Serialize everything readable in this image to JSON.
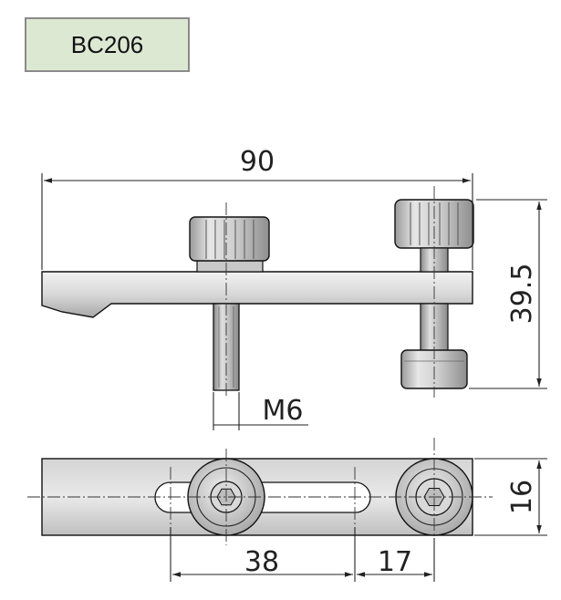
{
  "part": {
    "code": "BC206"
  },
  "dimensions": {
    "overall_length": "90",
    "height": "39.5",
    "thread": "M6",
    "width": "16",
    "slot_spacing": "38",
    "screw_offset": "17"
  },
  "colors": {
    "tag_fill": "#dde8d3",
    "tag_border": "#8a8a8a",
    "metal_light": "#e8e8e8",
    "metal_mid": "#c4c4c4",
    "metal_dark": "#8c8c8c",
    "line": "#222222"
  }
}
